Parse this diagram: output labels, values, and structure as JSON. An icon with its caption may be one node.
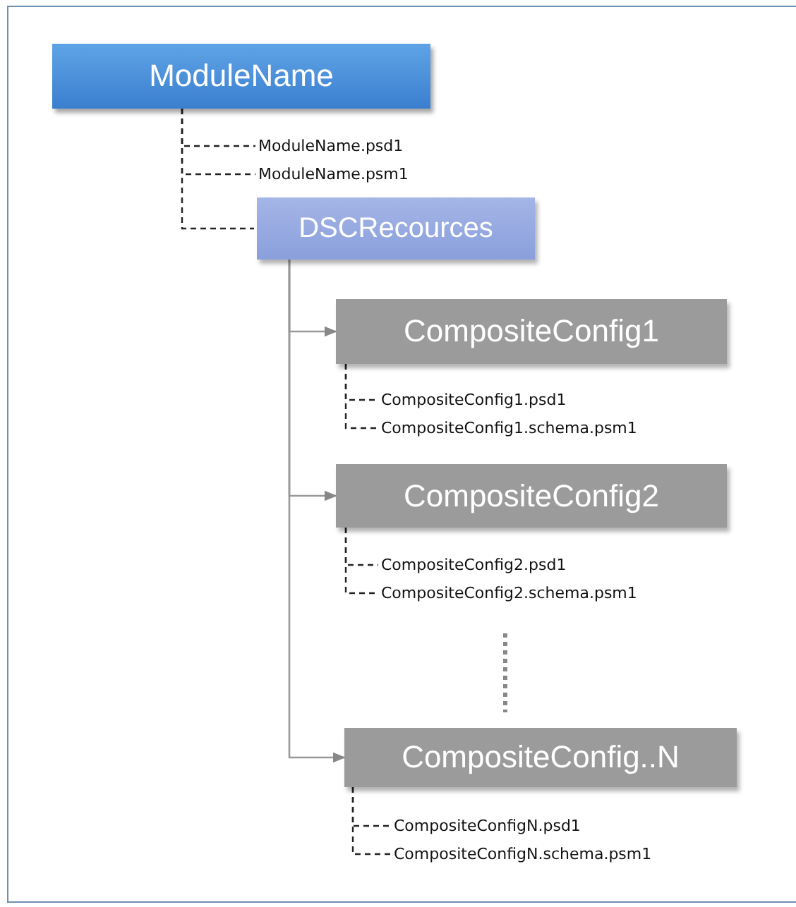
{
  "diagram": {
    "nodes": [
      {
        "text": [
          "ModuleName"
        ]
      },
      {
        "text": [
          "ModuleName.psd1"
        ]
      },
      {
        "text": [
          "ModuleName.psm1"
        ]
      },
      {
        "text": [
          "DSCRecources"
        ]
      },
      {
        "text": [
          "CompositeConfig1"
        ]
      },
      {
        "text": [
          "CompositeConfig1.psd1"
        ]
      },
      {
        "text": [
          "CompositeConfig1.schema.psm1"
        ]
      },
      {
        "text": [
          "CompositeConfig2"
        ]
      },
      {
        "text": [
          "CompositeConfig2.psd1"
        ]
      },
      {
        "text": [
          "CompositeConfig2.schema.psm1"
        ]
      },
      {
        "text": [
          "CompositeConfig..N"
        ]
      },
      {
        "text": [
          "CompositeConfigN.psd1"
        ]
      },
      {
        "text": [
          "CompositeConfigN.schema.psm1"
        ]
      }
    ],
    "edges": [
      {
        "from": 0,
        "to": 1,
        "arrow": "none",
        "style": "dashed"
      },
      {
        "from": 0,
        "to": 2,
        "arrow": "none",
        "style": "dashed"
      },
      {
        "from": 0,
        "to": 3,
        "arrow": "none",
        "style": "dashed"
      },
      {
        "from": 3,
        "to": 4,
        "arrow": "to",
        "color": "#999999"
      },
      {
        "from": 3,
        "to": 7,
        "arrow": "to",
        "color": "#999999"
      },
      {
        "from": 3,
        "to": 10,
        "arrow": "to",
        "color": "#999999"
      },
      {
        "from": 4,
        "to": 5,
        "arrow": "none",
        "style": "dashed"
      },
      {
        "from": 4,
        "to": 6,
        "arrow": "none",
        "style": "dashed"
      },
      {
        "from": 7,
        "to": 8,
        "arrow": "none",
        "style": "dashed"
      },
      {
        "from": 7,
        "to": 9,
        "arrow": "none",
        "style": "dashed"
      },
      {
        "from": 10,
        "to": 11,
        "arrow": "none",
        "style": "dashed"
      },
      {
        "from": 10,
        "to": 12,
        "arrow": "none",
        "style": "dashed"
      }
    ]
  }
}
